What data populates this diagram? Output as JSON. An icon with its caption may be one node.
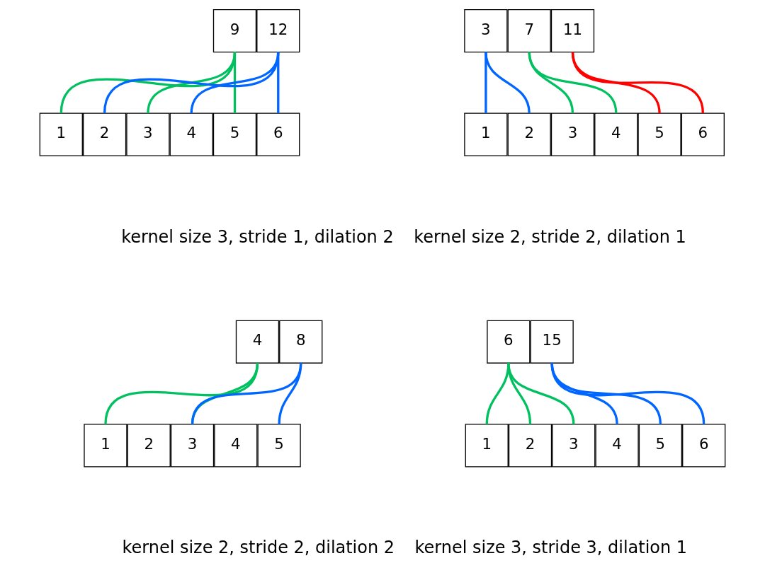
{
  "diagram": {
    "nodes": [
      {
        "text": [
          "9"
        ]
      },
      {
        "text": [
          "12"
        ]
      },
      {
        "text": [
          "1"
        ]
      },
      {
        "text": [
          "2"
        ]
      },
      {
        "text": [
          "3"
        ]
      },
      {
        "text": [
          "4"
        ]
      },
      {
        "text": [
          "5"
        ]
      },
      {
        "text": [
          "6"
        ]
      },
      {
        "text": [
          "3"
        ]
      },
      {
        "text": [
          "7"
        ]
      },
      {
        "text": [
          "11"
        ]
      },
      {
        "text": [
          "1"
        ]
      },
      {
        "text": [
          "2"
        ]
      },
      {
        "text": [
          "3"
        ]
      },
      {
        "text": [
          "4"
        ]
      },
      {
        "text": [
          "5"
        ]
      },
      {
        "text": [
          "6"
        ]
      },
      {
        "text": [
          "4"
        ]
      },
      {
        "text": [
          "8"
        ]
      },
      {
        "text": [
          "1"
        ]
      },
      {
        "text": [
          "2"
        ]
      },
      {
        "text": [
          "3"
        ]
      },
      {
        "text": [
          "4"
        ]
      },
      {
        "text": [
          "5"
        ]
      },
      {
        "text": [
          "6"
        ]
      },
      {
        "text": [
          "15"
        ]
      },
      {
        "text": [
          "1"
        ]
      },
      {
        "text": [
          "2"
        ]
      },
      {
        "text": [
          "3"
        ]
      },
      {
        "text": [
          "4"
        ]
      },
      {
        "text": [
          "5"
        ]
      },
      {
        "text": [
          "6"
        ]
      }
    ],
    "edges": [
      {
        "from": 0,
        "to": 2,
        "arrow": "none",
        "color": "#00c060"
      },
      {
        "from": 0,
        "to": 4,
        "arrow": "none",
        "color": "#00c060"
      },
      {
        "from": 0,
        "to": 6,
        "arrow": "none",
        "color": "#00c060"
      },
      {
        "from": 1,
        "to": 3,
        "arrow": "none",
        "color": "#0066ff"
      },
      {
        "from": 1,
        "to": 5,
        "arrow": "none",
        "color": "#0066ff"
      },
      {
        "from": 1,
        "to": 7,
        "arrow": "none",
        "color": "#0066ff"
      },
      {
        "from": 8,
        "to": 11,
        "arrow": "none",
        "color": "#0066ff"
      },
      {
        "from": 8,
        "to": 12,
        "arrow": "none",
        "color": "#0066ff"
      },
      {
        "from": 9,
        "to": 13,
        "arrow": "none",
        "color": "#00c060"
      },
      {
        "from": 9,
        "to": 14,
        "arrow": "none",
        "color": "#00c060"
      },
      {
        "from": 10,
        "to": 15,
        "arrow": "none",
        "color": "#ff0000"
      },
      {
        "from": 10,
        "to": 16,
        "arrow": "none",
        "color": "#ff0000"
      },
      {
        "from": 17,
        "to": 19,
        "arrow": "none",
        "color": "#00c060"
      },
      {
        "from": 17,
        "to": 21,
        "arrow": "none",
        "color": "#00c060"
      },
      {
        "from": 18,
        "to": 21,
        "arrow": "none",
        "color": "#0066ff"
      },
      {
        "from": 18,
        "to": 23,
        "arrow": "none",
        "color": "#0066ff"
      },
      {
        "from": 24,
        "to": 26,
        "arrow": "none",
        "color": "#00c060"
      },
      {
        "from": 24,
        "to": 27,
        "arrow": "none",
        "color": "#00c060"
      },
      {
        "from": 24,
        "to": 28,
        "arrow": "none",
        "color": "#00c060"
      },
      {
        "from": 25,
        "to": 29,
        "arrow": "none",
        "color": "#0066ff"
      },
      {
        "from": 25,
        "to": 30,
        "arrow": "none",
        "color": "#0066ff"
      },
      {
        "from": 25,
        "to": 31,
        "arrow": "none",
        "color": "#0066ff"
      }
    ],
    "labels": [
      "kernel size 3, stride 1, dilation 2",
      "kernel size 2, stride 2, dilation 1",
      "kernel size 2, stride 2, dilation 2",
      "kernel size 3, stride 3, dilation 1"
    ]
  }
}
